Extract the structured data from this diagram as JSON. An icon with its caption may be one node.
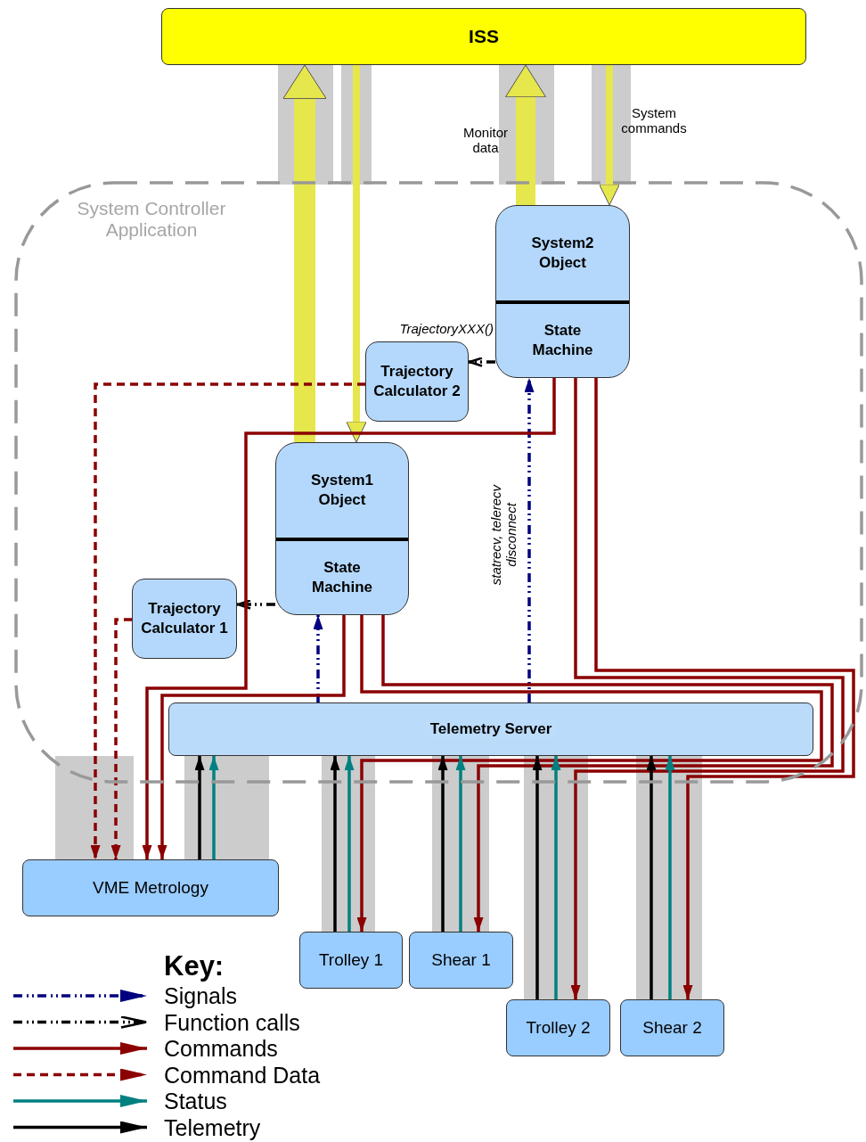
{
  "diagram": {
    "nodes": [
      {
        "text": [
          "ISS"
        ]
      },
      {
        "text": [
          "System Controller Application"
        ]
      },
      {
        "text": [
          "System2 Object",
          "State Machine"
        ],
        "in": 1
      },
      {
        "text": [
          "Trajectory Calculator 2"
        ],
        "in": 1
      },
      {
        "text": [
          "System1 Object",
          "State Machine"
        ],
        "in": 1
      },
      {
        "text": [
          "Trajectory Calculator 1"
        ],
        "in": 1
      },
      {
        "text": [
          "Telemetry Server"
        ],
        "in": 1
      },
      {
        "text": [
          "VME Metrology"
        ]
      },
      {
        "text": [
          "Trolley 1"
        ]
      },
      {
        "text": [
          "Shear 1"
        ]
      },
      {
        "text": [
          "Trolley 2"
        ]
      },
      {
        "text": [
          "Shear 2"
        ]
      }
    ],
    "edges": [
      {
        "from": 4,
        "to": 0,
        "arrow": "to",
        "style": "thick",
        "color": "#e6e64d"
      },
      {
        "from": 0,
        "to": 4,
        "arrow": "to",
        "style": "thick",
        "color": "#e6e64d"
      },
      {
        "from": 2,
        "to": 0,
        "arrow": "to",
        "label": "Monitor data",
        "style": "thick",
        "color": "#e6e64d"
      },
      {
        "from": 0,
        "to": 2,
        "arrow": "to",
        "label": "System commands",
        "style": "thick",
        "color": "#e6e64d"
      },
      {
        "from": 2,
        "to": 3,
        "arrow": "to",
        "label": "TrajectoryXXX()",
        "style": "dashed",
        "color": "#000000"
      },
      {
        "from": 4,
        "to": 5,
        "arrow": "to",
        "style": "dashed",
        "color": "#000000"
      },
      {
        "from": 6,
        "to": 2,
        "arrow": "to",
        "label": "statrecv, telerecv disconnect",
        "style": "dashed",
        "color": "#000080"
      },
      {
        "from": 6,
        "to": 4,
        "arrow": "to",
        "style": "dashed",
        "color": "#000080"
      },
      {
        "from": 2,
        "to": 7,
        "arrow": "to"
      },
      {
        "from": 2,
        "to": 10,
        "arrow": "to"
      },
      {
        "from": 2,
        "to": 11,
        "arrow": "to"
      },
      {
        "from": 4,
        "to": 7,
        "arrow": "to"
      },
      {
        "from": 4,
        "to": 8,
        "arrow": "to"
      },
      {
        "from": 4,
        "to": 9,
        "arrow": "to"
      },
      {
        "from": 3,
        "to": 7,
        "arrow": "to",
        "style": "dashed"
      },
      {
        "from": 5,
        "to": 7,
        "arrow": "to",
        "style": "dashed"
      },
      {
        "from": 7,
        "to": 6,
        "arrow": "to",
        "color": "#000000"
      },
      {
        "from": 7,
        "to": 6,
        "arrow": "to",
        "color": "#008080"
      },
      {
        "from": 8,
        "to": 6,
        "arrow": "to",
        "color": "#000000"
      },
      {
        "from": 8,
        "to": 6,
        "arrow": "to",
        "color": "#008080"
      },
      {
        "from": 9,
        "to": 6,
        "arrow": "to",
        "color": "#000000"
      },
      {
        "from": 9,
        "to": 6,
        "arrow": "to",
        "color": "#008080"
      },
      {
        "from": 10,
        "to": 6,
        "arrow": "to",
        "color": "#000000"
      },
      {
        "from": 10,
        "to": 6,
        "arrow": "to",
        "color": "#008080"
      },
      {
        "from": 11,
        "to": 6,
        "arrow": "to",
        "color": "#000000"
      },
      {
        "from": 11,
        "to": 6,
        "arrow": "to",
        "color": "#008080"
      }
    ],
    "labels": [
      "Key:"
    ],
    "legend": [
      {
        "text": "Signals"
      },
      {
        "text": "Function calls"
      },
      {
        "text": "Commands"
      },
      {
        "text": "Command Data"
      },
      {
        "text": "Status"
      },
      {
        "text": "Telemetry"
      }
    ]
  }
}
